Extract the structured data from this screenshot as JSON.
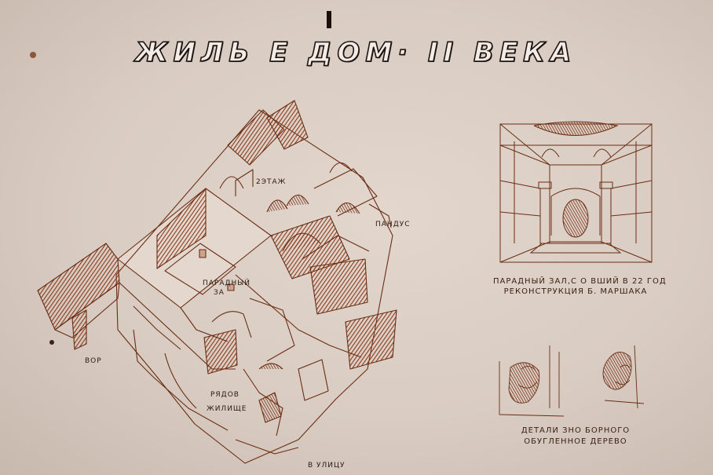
{
  "title": "ЖИЛЬ Е ДОМ·  II ВЕКА",
  "plan_labels": {
    "floor2": "2ЭТАЖ",
    "ramp": "ПАНДУС",
    "hall_line1": "ПАРАДНЫЙ",
    "hall_line2": "ЗА",
    "yard": "ВОР",
    "dwelling_line1": "РЯДОВ",
    "dwelling_line2": "ЖИЛИЩЕ",
    "street": "В    УЛИЦУ"
  },
  "hall_caption": {
    "line1": "ПАРАДНЫЙ ЗАЛ,С  О  ВШИЙ В  22 ГОД",
    "line2": "РЕКОНСТРУКЦИЯ Б.  МАРШАКА"
  },
  "details_caption": {
    "line1": "ДЕТАЛИ   ЗНО   БОРНОГО",
    "line2": "ОБУГЛЕННОЕ ДЕРЕВО"
  },
  "colors": {
    "ink": "#6b2d14",
    "hatch": "#8a3b1c",
    "paper": "#ddd0c6"
  }
}
